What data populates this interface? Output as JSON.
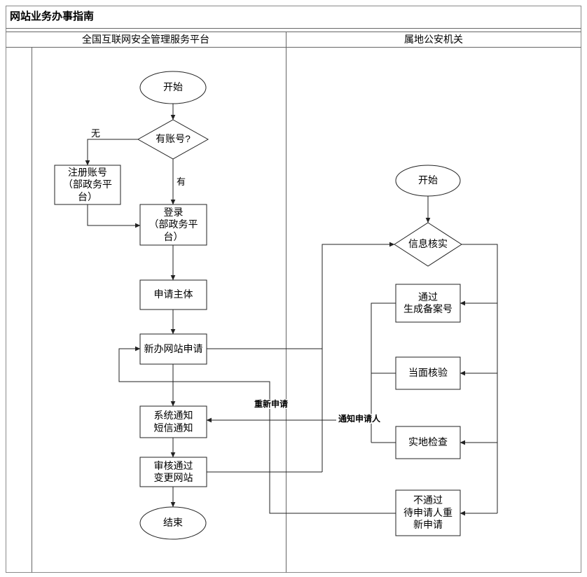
{
  "title": "网站业务办事指南",
  "lanes": {
    "platform": {
      "header": "全国互联网安全管理服务平台"
    },
    "police": {
      "header": "属地公安机关"
    }
  },
  "nodes": {
    "start_platform": "开始",
    "has_account": "有账号?",
    "register_account": "注册账号\n（部政务平\n台）",
    "login": "登录\n（部政务平\n台）",
    "apply_subject": "申请主体",
    "new_website_apply": "新办网站申请",
    "system_sms_notify": "系统通知\n短信通知",
    "review_pass_change": "审核通过\n变更网站",
    "end_platform": "结束",
    "start_police": "开始",
    "info_verify": "信息核实",
    "pass_generate_number": "通过\n生成备案号",
    "face_to_face_check": "当面核验",
    "onsite_inspection": "实地检查",
    "fail_reapply": "不通过\n待申请人重\n新申请"
  },
  "edge_labels": {
    "no": "无",
    "yes": "有",
    "reapply": "重新申请",
    "notify_applicant": "通知申请人"
  },
  "colors": {
    "line": "#222222",
    "frame": "#8a8a8a",
    "node_fill": "#ffffff",
    "background": "#ffffff"
  }
}
